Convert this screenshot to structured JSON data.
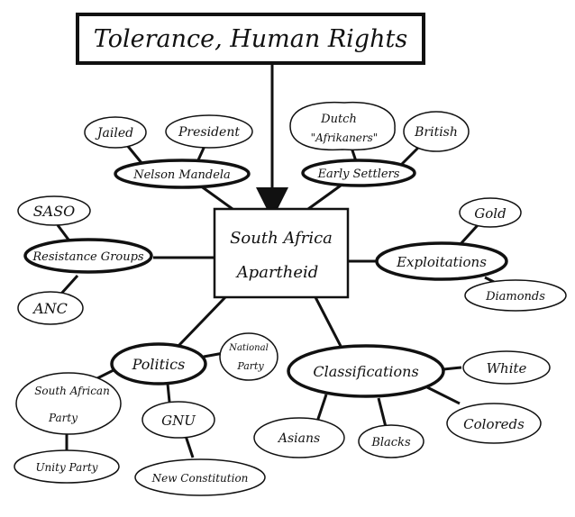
{
  "title": "Tolerance, Human Rights",
  "center": {
    "line1": "South Africa",
    "line2": "Apartheid"
  },
  "nodes": {
    "jailed": "Jailed",
    "president": "President",
    "nelson_mandela": "Nelson Mandela",
    "dutch": "Dutch",
    "afrikaners": "\"Afrikaners\"",
    "british": "British",
    "early_settlers": "Early Settlers",
    "saso": "SASO",
    "resistance_groups": "Resistance Groups",
    "anc": "ANC",
    "gold": "Gold",
    "exploitations": "Exploitations",
    "diamonds": "Diamonds",
    "politics": "Politics",
    "national_1": "National",
    "national_2": "Party",
    "south_african_1": "South African",
    "south_african_2": "Party",
    "unity_party": "Unity Party",
    "gnu": "GNU",
    "new_constitution": "New Constitution",
    "classifications": "Classifications",
    "white": "White",
    "asians": "Asians",
    "blacks": "Blacks",
    "coloreds": "Coloreds"
  }
}
